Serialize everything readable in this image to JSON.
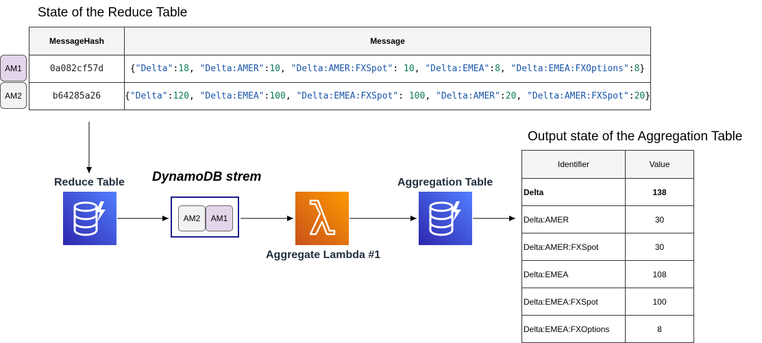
{
  "reduce_title": "State of the Reduce Table",
  "output_title": "Output state of the Aggregation Table",
  "reduce_table": {
    "headers": [
      "MessageHash",
      "Message"
    ],
    "rows": [
      {
        "tag": "AM1",
        "hash": "0a082cf57d",
        "message": [
          {
            "t": "p",
            "v": "{"
          },
          {
            "t": "k",
            "v": "\"Delta\""
          },
          {
            "t": "p",
            "v": ":"
          },
          {
            "t": "n",
            "v": "18"
          },
          {
            "t": "p",
            "v": ", "
          },
          {
            "t": "k",
            "v": "\"Delta:AMER\""
          },
          {
            "t": "p",
            "v": ":"
          },
          {
            "t": "n",
            "v": "10"
          },
          {
            "t": "p",
            "v": ", "
          },
          {
            "t": "k",
            "v": "\"Delta:AMER:FXSpot\""
          },
          {
            "t": "p",
            "v": ": "
          },
          {
            "t": "n",
            "v": "10"
          },
          {
            "t": "p",
            "v": ", "
          },
          {
            "t": "k",
            "v": "\"Delta:EMEA\""
          },
          {
            "t": "p",
            "v": ":"
          },
          {
            "t": "n",
            "v": "8"
          },
          {
            "t": "p",
            "v": ", "
          },
          {
            "t": "k",
            "v": "\"Delta:EMEA:FXOptions\""
          },
          {
            "t": "p",
            "v": ":"
          },
          {
            "t": "n",
            "v": "8"
          },
          {
            "t": "p",
            "v": "}"
          }
        ]
      },
      {
        "tag": "AM2",
        "hash": "b64285a26",
        "message": [
          {
            "t": "p",
            "v": "{"
          },
          {
            "t": "k",
            "v": "\"Delta\""
          },
          {
            "t": "p",
            "v": ":"
          },
          {
            "t": "n",
            "v": "120"
          },
          {
            "t": "p",
            "v": ", "
          },
          {
            "t": "k",
            "v": "\"Delta:EMEA\""
          },
          {
            "t": "p",
            "v": ":"
          },
          {
            "t": "n",
            "v": "100"
          },
          {
            "t": "p",
            "v": ", "
          },
          {
            "t": "k",
            "v": "\"Delta:EMEA:FXSpot\""
          },
          {
            "t": "p",
            "v": ": "
          },
          {
            "t": "n",
            "v": "100"
          },
          {
            "t": "p",
            "v": ", "
          },
          {
            "t": "k",
            "v": "\"Delta:AMER\""
          },
          {
            "t": "p",
            "v": ":"
          },
          {
            "t": "n",
            "v": "20"
          },
          {
            "t": "p",
            "v": ", "
          },
          {
            "t": "k",
            "v": "\"Delta:AMER:FXSpot\""
          },
          {
            "t": "p",
            "v": ":"
          },
          {
            "t": "n",
            "v": "20"
          },
          {
            "t": "p",
            "v": "}"
          }
        ]
      }
    ]
  },
  "diagram": {
    "reduce_label": "Reduce Table",
    "stream_label": "DynamoDB strem",
    "stream_items": [
      "AM2",
      "AM1"
    ],
    "lambda_label": "Aggregate Lambda #1",
    "agg_label": "Aggregation Table",
    "icons": {
      "dynamodb": "dynamodb-icon",
      "lambda": "lambda-icon"
    },
    "colors": {
      "dynamodb": "#3b48cc",
      "lambda": "#ed7100",
      "am1": "#e3d6ea",
      "stream_border": "#1a1a8c"
    }
  },
  "agg_table": {
    "headers": [
      "Identifier",
      "Value"
    ],
    "rows": [
      {
        "id": "Delta",
        "value": "138",
        "bold": true
      },
      {
        "id": "Delta:AMER",
        "value": "30"
      },
      {
        "id": "Delta:AMER:FXSpot",
        "value": "30"
      },
      {
        "id": "Delta:EMEA",
        "value": "108"
      },
      {
        "id": "Delta:EMEA:FXSpot",
        "value": "100"
      },
      {
        "id": "Delta:EMEA:FXOptions",
        "value": "8"
      }
    ]
  }
}
